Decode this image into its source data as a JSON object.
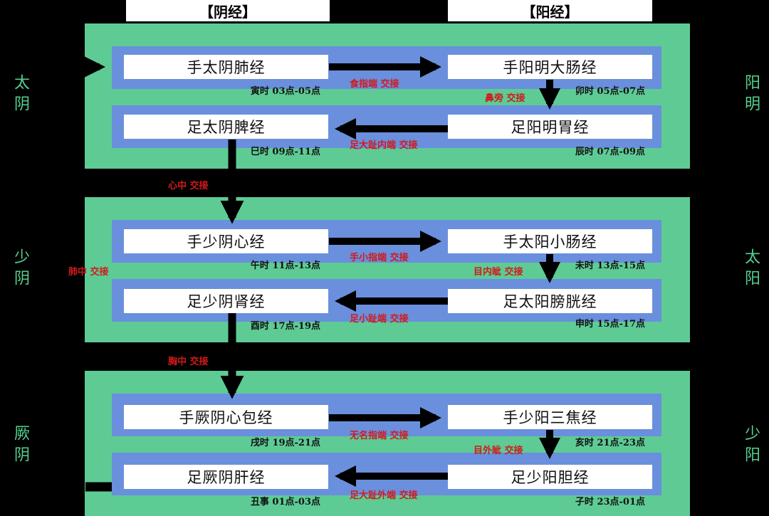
{
  "headers": {
    "yin": "【阴经】",
    "yang": "【阳经】"
  },
  "side_labels": {
    "left": [
      "太阴",
      "少阴",
      "厥阴"
    ],
    "right": [
      "阳明",
      "太阳",
      "少阳"
    ]
  },
  "groups": [
    {
      "yin_hand": "手太阴肺经",
      "yin_hand_time": "寅时 03点-05点",
      "yang_hand": "手阳明大肠经",
      "yang_hand_time": "卯时 05点-07点",
      "yang_foot": "足阳明胃经",
      "yang_foot_time": "辰时 07点-09点",
      "yin_foot": "足太阴脾经",
      "yin_foot_time": "巳时 09点-11点",
      "hand_link": "食指端 交接",
      "yang_link": "鼻旁 交接",
      "foot_link": "足大趾内端 交接"
    },
    {
      "yin_hand": "手少阴心经",
      "yin_hand_time": "午时 11点-13点",
      "yang_hand": "手太阳小肠经",
      "yang_hand_time": "未时 13点-15点",
      "yang_foot": "足太阳膀胱经",
      "yang_foot_time": "申时 15点-17点",
      "yin_foot": "足少阴肾经",
      "yin_foot_time": "酉时 17点-19点",
      "hand_link": "手小指端 交接",
      "yang_link": "目内眦 交接",
      "foot_link": "足小趾端 交接"
    },
    {
      "yin_hand": "手厥阴心包经",
      "yin_hand_time": "戌时 19点-21点",
      "yang_hand": "手少阳三焦经",
      "yang_hand_time": "亥时 21点-23点",
      "yang_foot": "足少阳胆经",
      "yang_foot_time": "子时 23点-01点",
      "yin_foot": "足厥阴肝经",
      "yin_foot_time": "丑事 01点-03点",
      "hand_link": "无名指端 交接",
      "yang_link": "目外眦 交接",
      "foot_link": "足大趾外端 交接"
    }
  ],
  "between_links": [
    "心中 交接",
    "胸中 交接"
  ],
  "lung_link": "肺中 交接",
  "colors": {
    "background": "#000000",
    "band": "#5ecb95",
    "strip": "#6a8fdc",
    "box": "#ffffff",
    "link_text": "#d11a1a",
    "side_text": "#55d18f"
  }
}
